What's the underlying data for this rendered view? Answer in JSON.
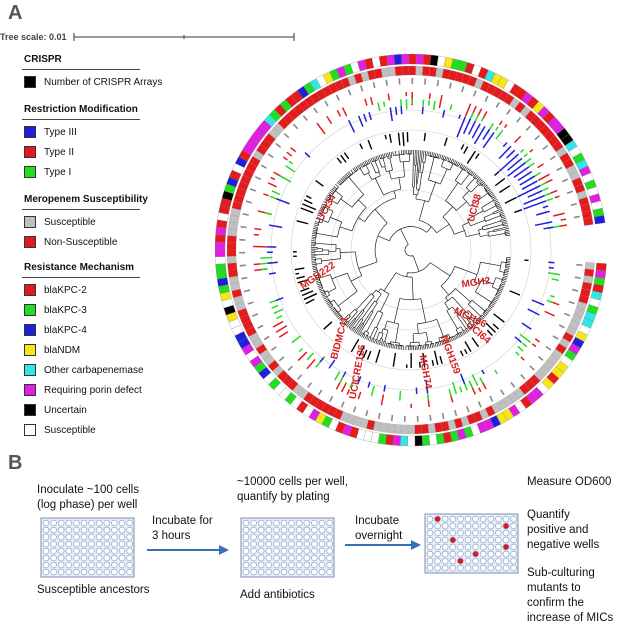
{
  "panel_a": {
    "letter": "A",
    "tree_scale": "Tree scale: 0.01",
    "legend": [
      {
        "title": "CRISPR",
        "items": [
          {
            "label": "Number of CRISPR Arrays",
            "color": "#000000"
          }
        ]
      },
      {
        "title": "Restriction Modification",
        "items": [
          {
            "label": "Type III",
            "color": "#1f1fdc"
          },
          {
            "label": "Type II",
            "color": "#e41a1c"
          },
          {
            "label": "Type I",
            "color": "#22dd22"
          }
        ]
      },
      {
        "title": "Meropenem Susceptibility",
        "items": [
          {
            "label": "Susceptible",
            "color": "#c0c0c0"
          },
          {
            "label": "Non-Susceptible",
            "color": "#e41a1c"
          }
        ]
      },
      {
        "title": "Resistance Mechanism",
        "items": [
          {
            "label": "blaKPC-2",
            "color": "#e41a1c"
          },
          {
            "label": "blaKPC-3",
            "color": "#22dd22"
          },
          {
            "label": "blaKPC-4",
            "color": "#1f1fdc"
          },
          {
            "label": "blaNDM",
            "color": "#f5e616"
          },
          {
            "label": "Other carbapenemase",
            "color": "#33e6e6"
          },
          {
            "label": "Requiring porin defect",
            "color": "#e020e0"
          },
          {
            "label": "Uncertain",
            "color": "#000000"
          },
          {
            "label": "Susceptible",
            "color": "#ffffff"
          }
        ]
      }
    ],
    "isolate_labels": [
      "UCI34",
      "UCI38",
      "MGH2",
      "MGH66",
      "UCI64",
      "MGH159",
      "MGH74",
      "UCICRE126",
      "BIDMC41",
      "MGH222"
    ]
  },
  "panel_b": {
    "letter": "B",
    "step1_text": [
      "Inoculate ~100 cells",
      "(log phase) per well"
    ],
    "step1_caption": "Susceptible ancestors",
    "arrow1_text": [
      "Incubate for",
      "3 hours"
    ],
    "step2_text": [
      "~10000 cells per well,",
      "quantify by plating"
    ],
    "step2_caption": "Add antibiotics",
    "arrow2_text": [
      "Incubate",
      "overnight"
    ],
    "step3_measure": "Measure OD600",
    "step3_quantify": [
      "Quantify",
      "positive and",
      "negative wells"
    ],
    "step3_subculture": [
      "Sub-culturing",
      "mutants to",
      "confirm the",
      "increase of MICs"
    ],
    "colors": {
      "arrow": "#3a6fb5",
      "plate_well": "#7f98c8",
      "positive_well": "#e4141b"
    }
  }
}
